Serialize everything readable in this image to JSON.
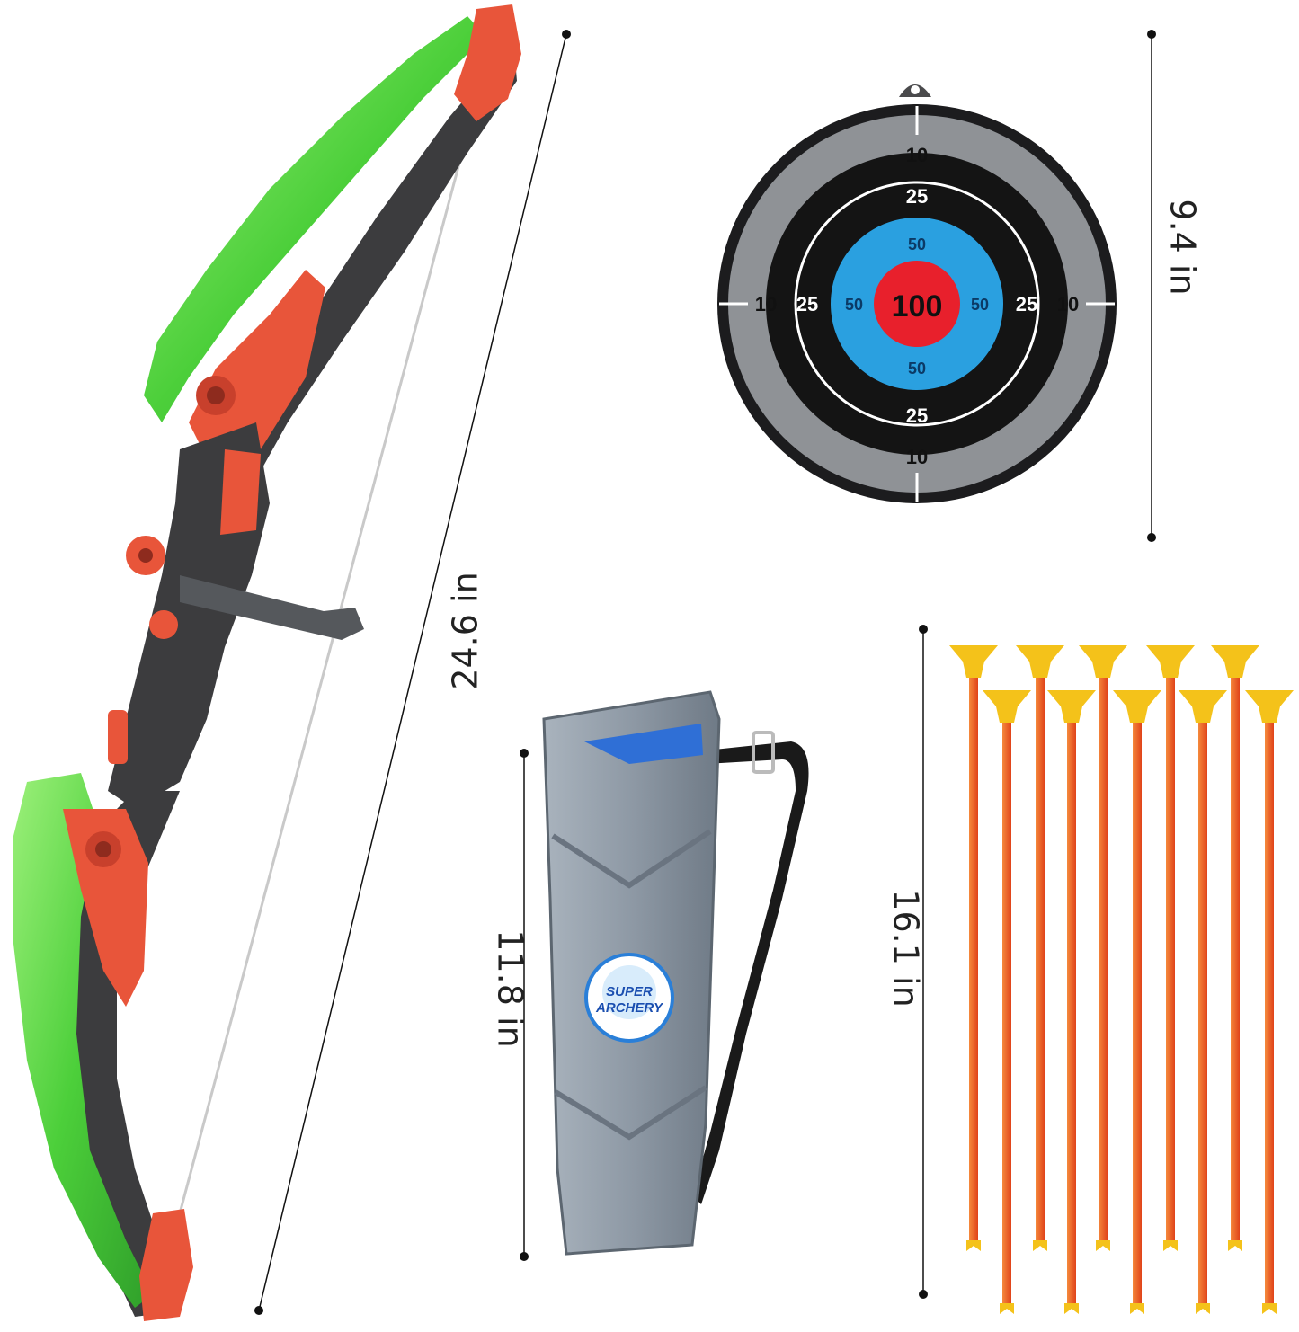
{
  "dimensions": {
    "bow_length": "24.6 in",
    "target_diameter": "9.4 in",
    "quiver_length": "11.8 in",
    "arrow_length": "16.1 in"
  },
  "target": {
    "bullseye": "100",
    "ring_blue": "50",
    "ring_black": "25",
    "ring_outer": "10"
  },
  "quiver": {
    "logo_line1": "SUPER",
    "logo_line2": "ARCHERY"
  },
  "arrows": {
    "count": 10
  },
  "colors": {
    "bow_green": "#4ccf3a",
    "bow_orange": "#e8553a",
    "bow_grey": "#3c3c3e",
    "target_blue": "#2aa0e0",
    "target_red": "#e8202c",
    "quiver_grey": "#8e99a5",
    "arrow_orange": "#f05a1e",
    "suction_yellow": "#f4c21a"
  }
}
